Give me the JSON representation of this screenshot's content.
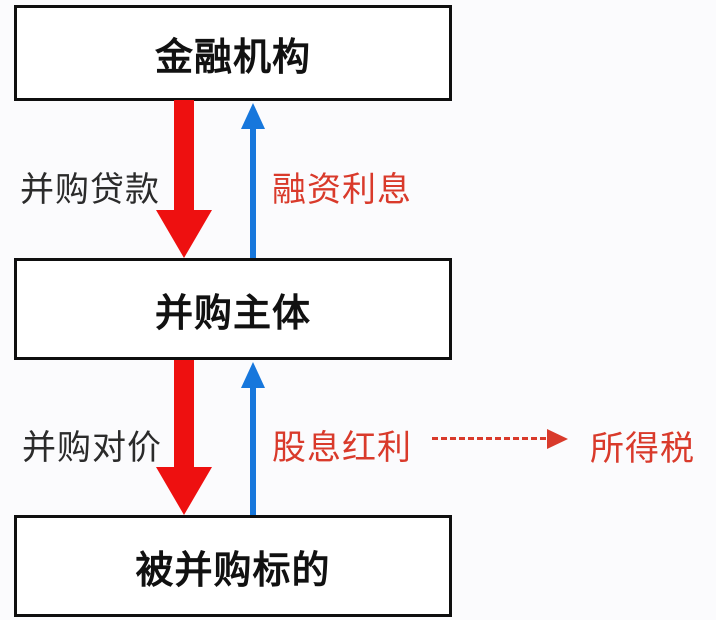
{
  "boxes": {
    "financial_institution": {
      "label": "金融机构"
    },
    "ma_entity": {
      "label": "并购主体"
    },
    "ma_target": {
      "label": "被并购标的"
    }
  },
  "flows": {
    "ma_loan": {
      "label": "并购贷款",
      "direction": "down",
      "from": "financial_institution",
      "to": "ma_entity"
    },
    "financing_interest": {
      "label": "融资利息",
      "direction": "up",
      "from": "ma_entity",
      "to": "financial_institution"
    },
    "ma_consideration": {
      "label": "并购对价",
      "direction": "down",
      "from": "ma_entity",
      "to": "ma_target"
    },
    "dividends": {
      "label": "股息红利",
      "direction": "up",
      "from": "ma_target",
      "to": "ma_entity"
    },
    "income_tax": {
      "label": "所得税",
      "direction": "right-dashed",
      "from": "dividends"
    }
  },
  "colors": {
    "page_bg": "#fbfbfd",
    "box_fill": "#ffffff",
    "box_border": "#0f0f0f",
    "title_text": "#111111",
    "label_text": "#2b2b2b",
    "red_arrow": "#ee1010",
    "blue_arrow": "#1777dc",
    "red_text": "#d93a2b"
  }
}
